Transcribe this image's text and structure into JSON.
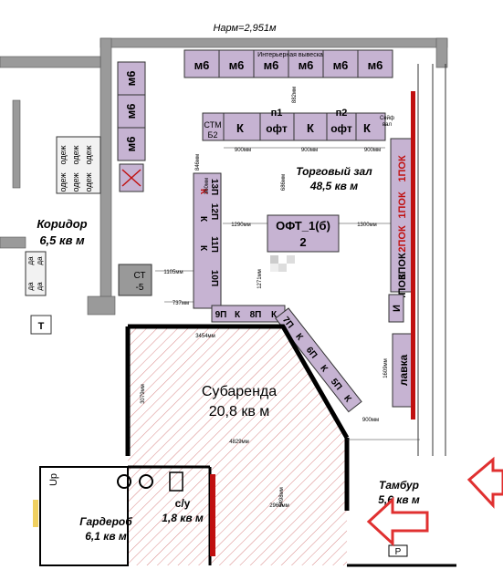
{
  "header": {
    "narm": "Нарм=2,951м"
  },
  "signage": {
    "label": "Интерьерная вывеска"
  },
  "top_modules": [
    "м6",
    "м6",
    "м6",
    "м6",
    "м6",
    "м6"
  ],
  "left_modules": [
    "м6",
    "м6",
    "м6"
  ],
  "island_row": {
    "stm": "СТМ",
    "b2": "Б2",
    "k": "К",
    "oft": "офт",
    "p1": "п1",
    "p2": "п2",
    "safe": "Сейф",
    "safe_sub": "вал",
    "dim": "900мм"
  },
  "rooms": {
    "hall_title": "Торговый зал",
    "hall_area": "48,5 кв м",
    "corridor_title": "Коридор",
    "corridor_area": "6,5 кв м",
    "sublease_title": "Субаренда",
    "sublease_area": "20,8 кв м",
    "vestibule_title": "Тамбур",
    "vestibule_area": "5,6 кв м",
    "wardrobe_title": "Гардероб",
    "wardrobe_area": "6,1 кв м",
    "wc_title": "с/у",
    "wc_area": "1,8 кв м"
  },
  "center_island": {
    "line1": "ОФТ_1(б)",
    "line2": "2"
  },
  "right_wall": [
    "1ПОК",
    "1ПОК",
    "2ПОК",
    "3ПОК",
    "4ПОК",
    "И",
    "лавка"
  ],
  "left_column": [
    "13П",
    "К",
    "12П",
    "К",
    "11П",
    "К",
    "10П"
  ],
  "bottom_row": [
    "9П",
    "К",
    "8П",
    "К"
  ],
  "diagonal_row": [
    "7П",
    "К",
    "6П",
    "К",
    "5П",
    "К"
  ],
  "clothes": [
    "одеж",
    "одеж",
    "одеж",
    "одеж",
    "одеж",
    "одеж",
    "да",
    "да",
    "да",
    "да"
  ],
  "misc": {
    "st": "СТ",
    "st5": "-5",
    "t": "Т",
    "up": "Up",
    "p": "Р"
  },
  "dims": {
    "d882": "882мм",
    "d846": "846мм",
    "d686": "686мм",
    "d360": "360мм",
    "d1290": "1290мм",
    "d1300": "1300мм",
    "d1105": "1105мм",
    "d737": "737мм",
    "d1271": "1271мм",
    "d3454": "3454мм",
    "d3079": "3079мм",
    "d4829": "4829мм",
    "d5498": "5498мм",
    "d2969": "2969мм",
    "d900": "900мм",
    "d1609": "1609мм"
  },
  "colors": {
    "module_fill": "#c6b3d2",
    "wall": "#000000",
    "wall_grey": "#8c8c8c",
    "hatch": "#d98888",
    "red_marker": "#c01010",
    "arrow": "#e03030"
  }
}
